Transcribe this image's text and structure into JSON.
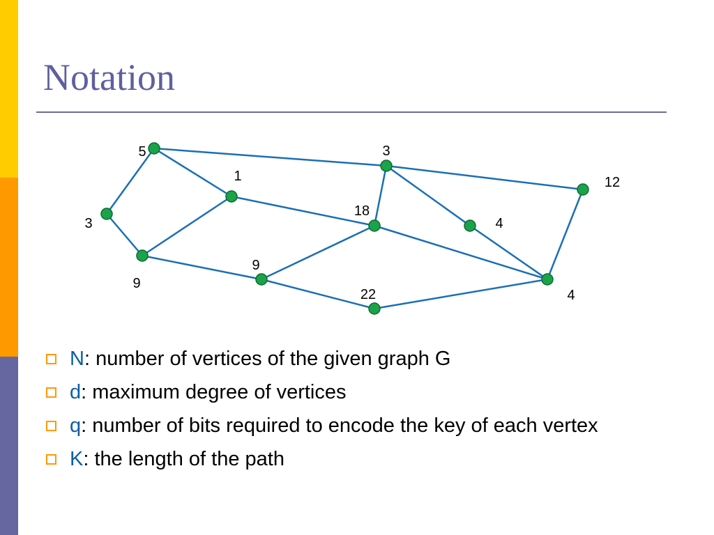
{
  "slide": {
    "title": "Notation",
    "colors": {
      "accent_yellow": "#ffcc00",
      "accent_orange": "#ff9900",
      "accent_purple": "#6666a0",
      "term_blue": "#0b5fa5",
      "node_green": "#1aa34a",
      "edge_blue": "#1a6fb5"
    }
  },
  "graph": {
    "nodes": [
      {
        "id": "a",
        "label": "5"
      },
      {
        "id": "b",
        "label": "3"
      },
      {
        "id": "c",
        "label": "1"
      },
      {
        "id": "d",
        "label": "12"
      },
      {
        "id": "e",
        "label": "3"
      },
      {
        "id": "f",
        "label": "18"
      },
      {
        "id": "g",
        "label": "4"
      },
      {
        "id": "h",
        "label": "9"
      },
      {
        "id": "i",
        "label": "9"
      },
      {
        "id": "j",
        "label": "4"
      },
      {
        "id": "k",
        "label": "22"
      }
    ],
    "edges": [
      [
        "a",
        "b"
      ],
      [
        "a",
        "c"
      ],
      [
        "a",
        "e"
      ],
      [
        "b",
        "d"
      ],
      [
        "b",
        "f"
      ],
      [
        "b",
        "g"
      ],
      [
        "c",
        "h"
      ],
      [
        "c",
        "f"
      ],
      [
        "e",
        "h"
      ],
      [
        "h",
        "i"
      ],
      [
        "i",
        "f"
      ],
      [
        "i",
        "k"
      ],
      [
        "f",
        "j"
      ],
      [
        "g",
        "j"
      ],
      [
        "d",
        "j"
      ],
      [
        "k",
        "j"
      ]
    ]
  },
  "bullets": [
    {
      "term": "N",
      "text": ": number of vertices of the given graph G"
    },
    {
      "term": "d",
      "text": ": maximum degree of vertices"
    },
    {
      "term": "q",
      "text": ": number of bits required to encode the key of each vertex"
    },
    {
      "term": "K",
      "text": ": the length of the path"
    }
  ]
}
